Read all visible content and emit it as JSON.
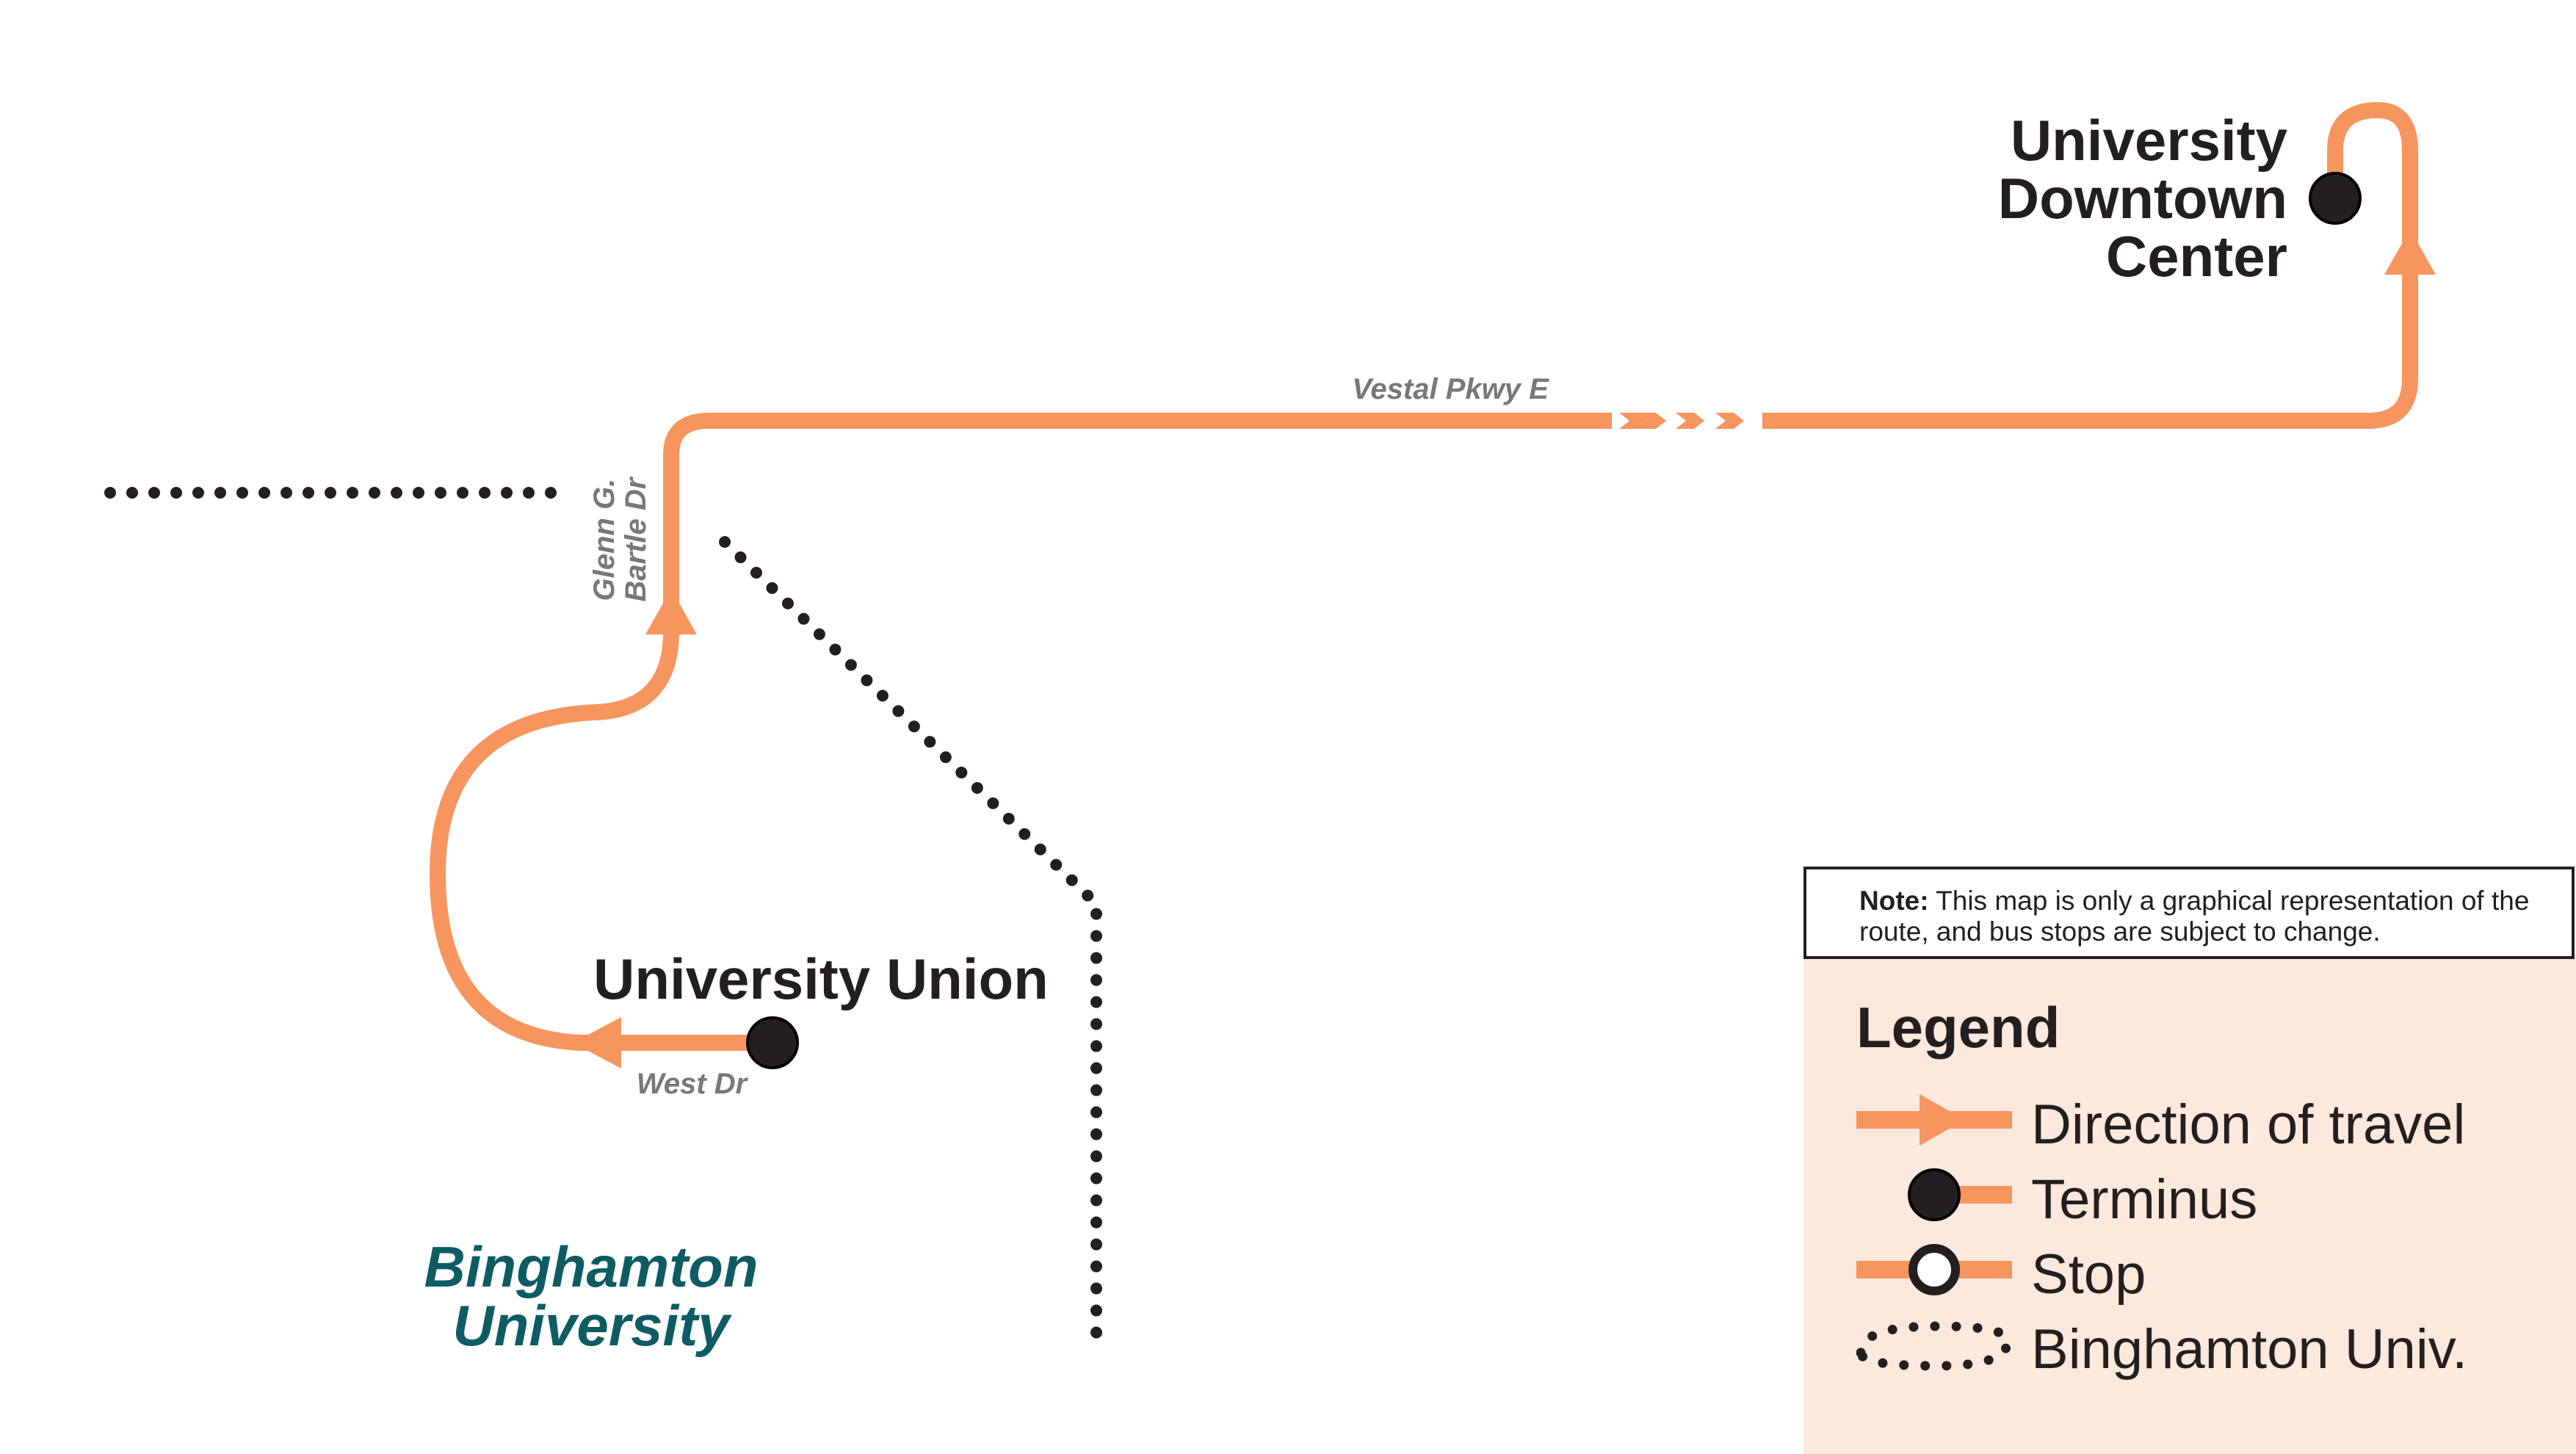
{
  "colors": {
    "route": "#f7955f",
    "terminus": "#231f20",
    "boundary": "#231f20",
    "legend_bg": "#fce8dc",
    "campus_label": "#0d5c63",
    "street_label": "#77787b"
  },
  "stops": {
    "downtown_line1": "University",
    "downtown_line2": "Downtown",
    "downtown_line3": "Center",
    "union": "University Union"
  },
  "streets": {
    "vestal": "Vestal Pkwy E",
    "glenn_line1": "Glenn G.",
    "glenn_line2": "Bartle Dr",
    "west": "West Dr"
  },
  "campus": {
    "line1": "Binghamton",
    "line2": "University"
  },
  "note": {
    "bold": "Note:",
    "text": " This map is only a graphical representation of the route, and bus stops are subject to change."
  },
  "legend": {
    "title": "Legend",
    "items": [
      {
        "icon": "direction-arrow-icon",
        "label": "Direction of travel"
      },
      {
        "icon": "terminus-icon",
        "label": "Terminus"
      },
      {
        "icon": "stop-icon",
        "label": "Stop"
      },
      {
        "icon": "boundary-dots-icon",
        "label": "Binghamton Univ."
      }
    ]
  }
}
